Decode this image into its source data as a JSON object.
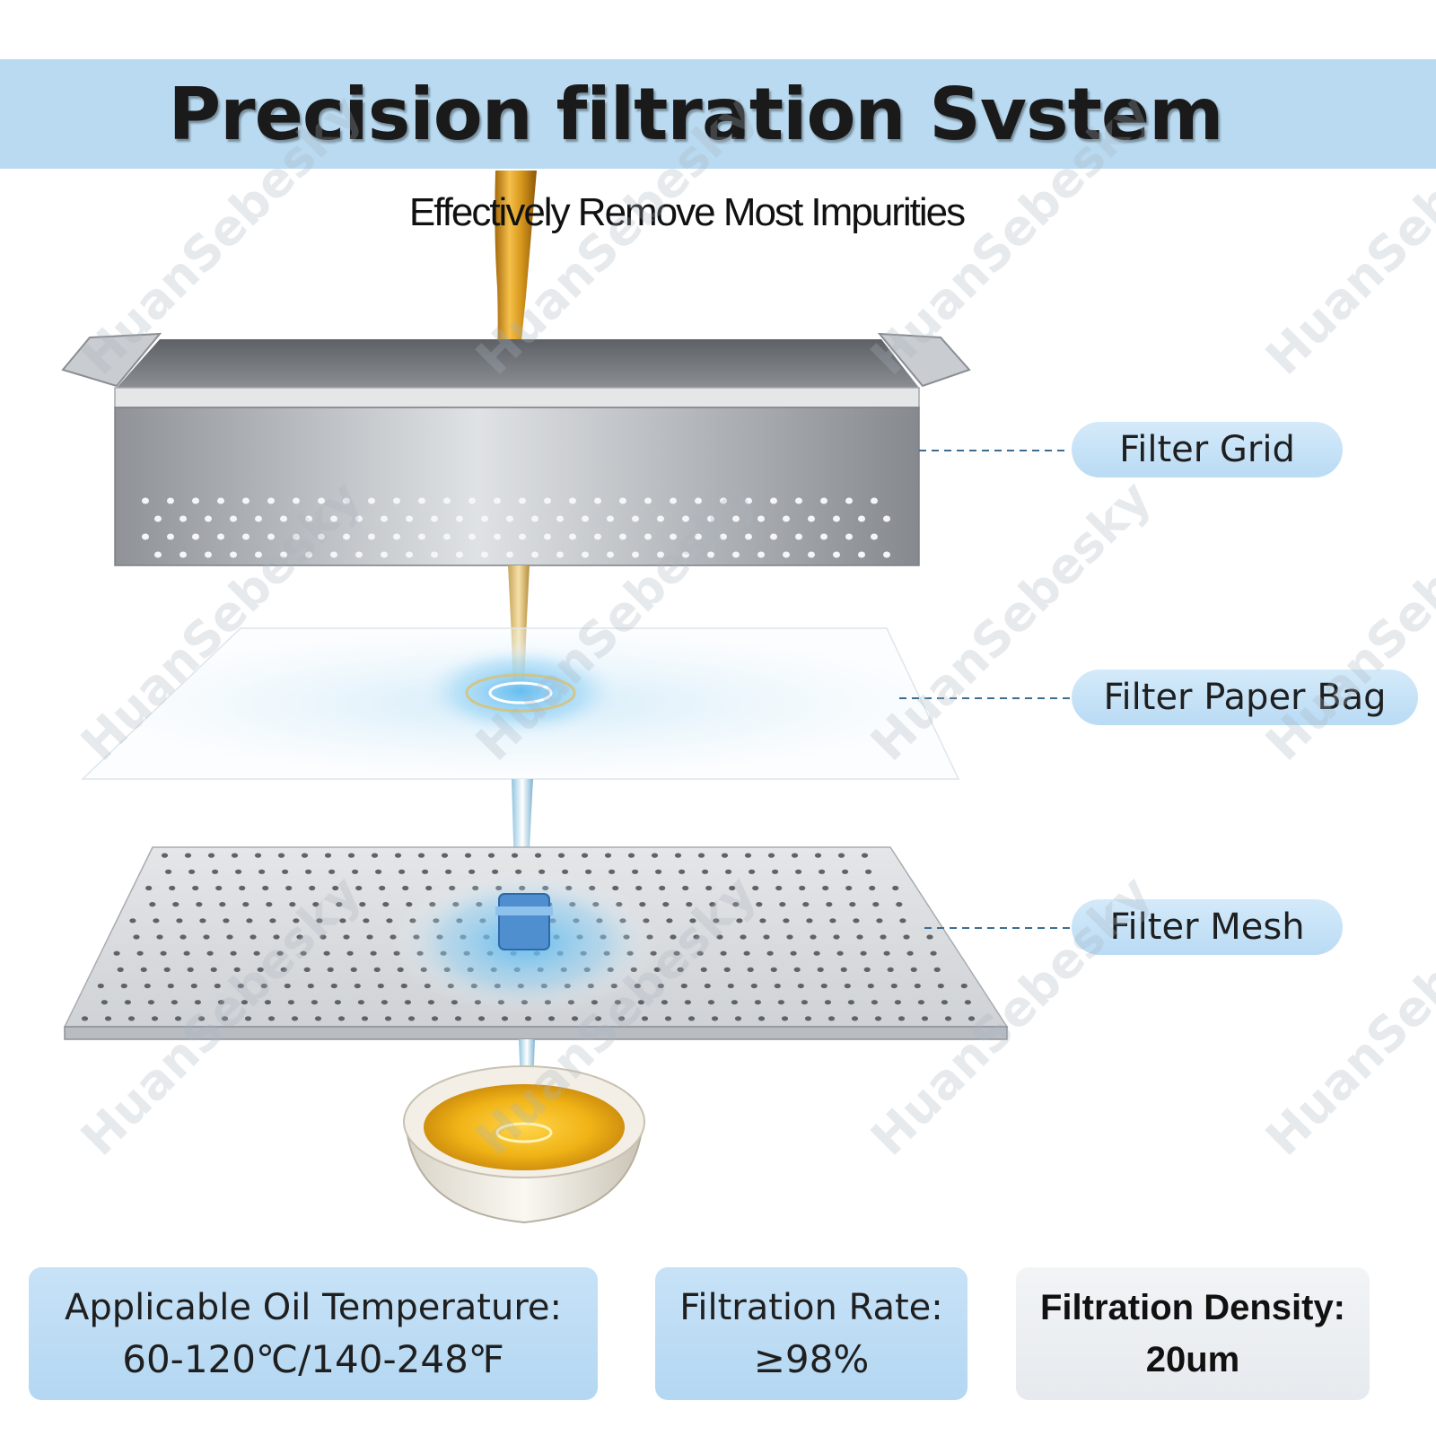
{
  "title": "Precision filtration Svstem",
  "subtitle": "Effectively Remove Most Impurities",
  "watermark": "HuanSebesky",
  "layers": [
    {
      "label": "Filter Grid"
    },
    {
      "label": "Filter Paper Bag"
    },
    {
      "label": "Filter Mesh"
    }
  ],
  "specs": [
    {
      "label": "Applicable Oil Temperature:",
      "value": "60-120℃/140-248℉"
    },
    {
      "label": "Filtration Rate:",
      "value": "≥98%"
    },
    {
      "label": "Filtration Density:",
      "value": "20um"
    }
  ],
  "colors": {
    "banner": "#b9daf0",
    "label_pill": "#c6e2f7",
    "leader_line": "#3b6e8e",
    "oil": "#d4941a",
    "filtered_oil": "#f0b316",
    "glow": "#59b8f0"
  }
}
